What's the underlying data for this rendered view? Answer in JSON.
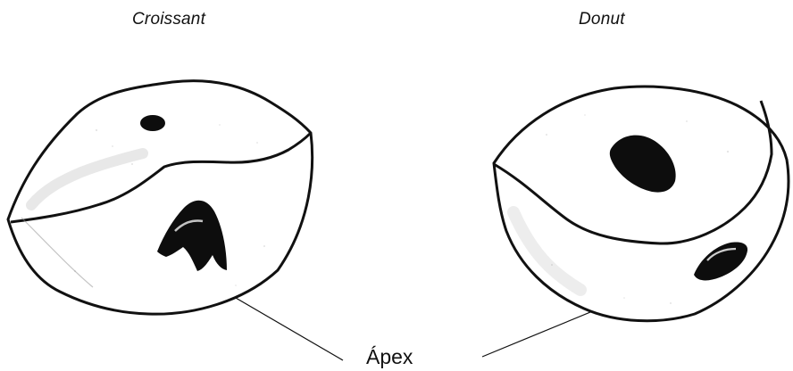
{
  "titles": {
    "croissant": "Croissant",
    "donut": "Donut"
  },
  "annotation": {
    "apex": "Ápex"
  },
  "icons": {
    "left_figure": "croissant-shape-icon",
    "right_figure": "donut-shape-icon"
  },
  "colors": {
    "ink": "#111111",
    "paper": "#ffffff",
    "shade": "#d8d8d8",
    "hole": "#0d0d0d"
  }
}
